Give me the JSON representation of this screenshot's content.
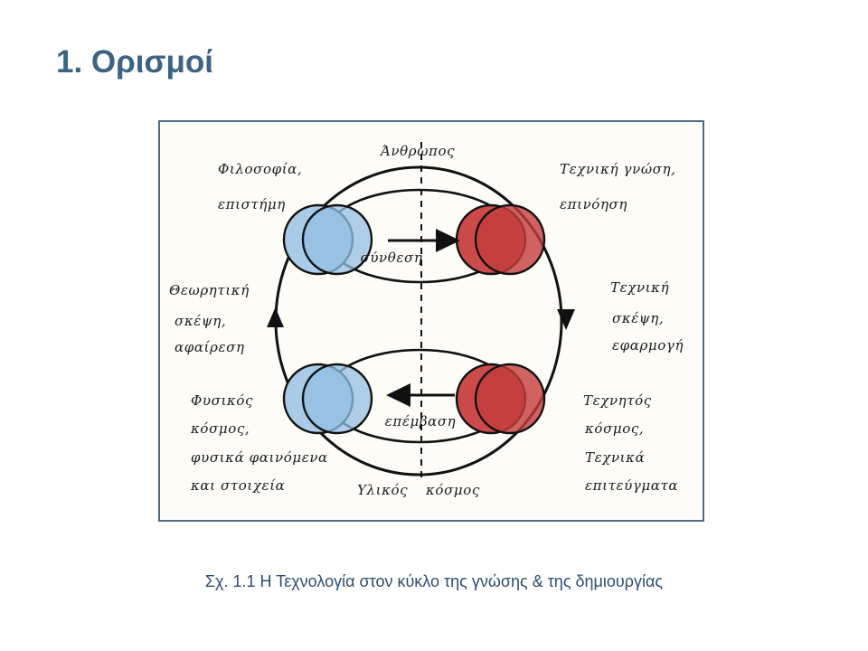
{
  "slide": {
    "title": "1. Ορισμοί",
    "caption": "Σχ. 1.1  Η Τεχνολογία στον κύκλο της γνώσης & της δημιουργίας"
  },
  "diagram": {
    "top_label": "Άνθρωπος",
    "bottom_label": "Υλικός κόσμος",
    "bottom_label_left": "Υλικός",
    "bottom_label_right": "κόσμος",
    "upper_arrow_label": "σύνθεση",
    "lower_arrow_label": "επέμβαση",
    "nodes": {
      "top_left": [
        "Φιλοσοφία,",
        "επιστήμη"
      ],
      "top_right": [
        "Τεχνική γνώση,",
        "επινόηση"
      ],
      "bottom_left": [
        "Φυσικός",
        "κόσμος,",
        "φυσικά φαινόμενα",
        "και στοιχεία"
      ],
      "bottom_right": [
        "Τεχνητός",
        "κόσμος,",
        "Τεχνικά",
        "επιτεύγματα"
      ]
    },
    "side_labels": {
      "left": [
        "Θεωρητική",
        "σκέψη,",
        "αφαίρεση"
      ],
      "right": [
        "Τεχνική",
        "σκέψη,",
        "εφαρμογή"
      ]
    },
    "colors": {
      "blue_fill": "#a9cbe8",
      "red_fill": "#cc4a4a",
      "ink": "#111111",
      "frame": "#4e6a87"
    }
  }
}
